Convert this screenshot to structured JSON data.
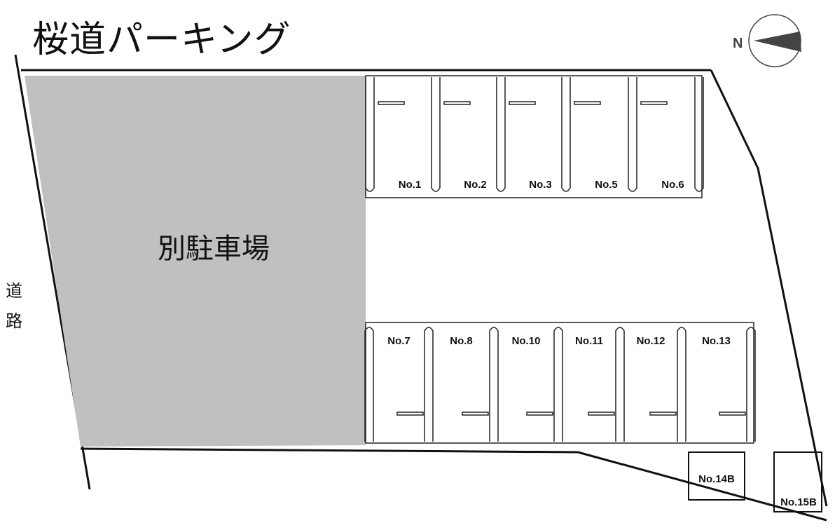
{
  "title": "桜道パーキング",
  "road_label": [
    "道",
    "路"
  ],
  "other_lot_label": "別駐車場",
  "compass": {
    "letter": "N",
    "icon": "north-arrow-icon"
  },
  "colors": {
    "other_lot": "#c0c0c0",
    "line": "#111111"
  },
  "top_row": [
    "No.1",
    "No.2",
    "No.3",
    "No.5",
    "No.6"
  ],
  "bottom_row": [
    "No.7",
    "No.8",
    "No.10",
    "No.11",
    "No.12",
    "No.13"
  ],
  "extra": [
    "No.14B",
    "No.15B"
  ]
}
